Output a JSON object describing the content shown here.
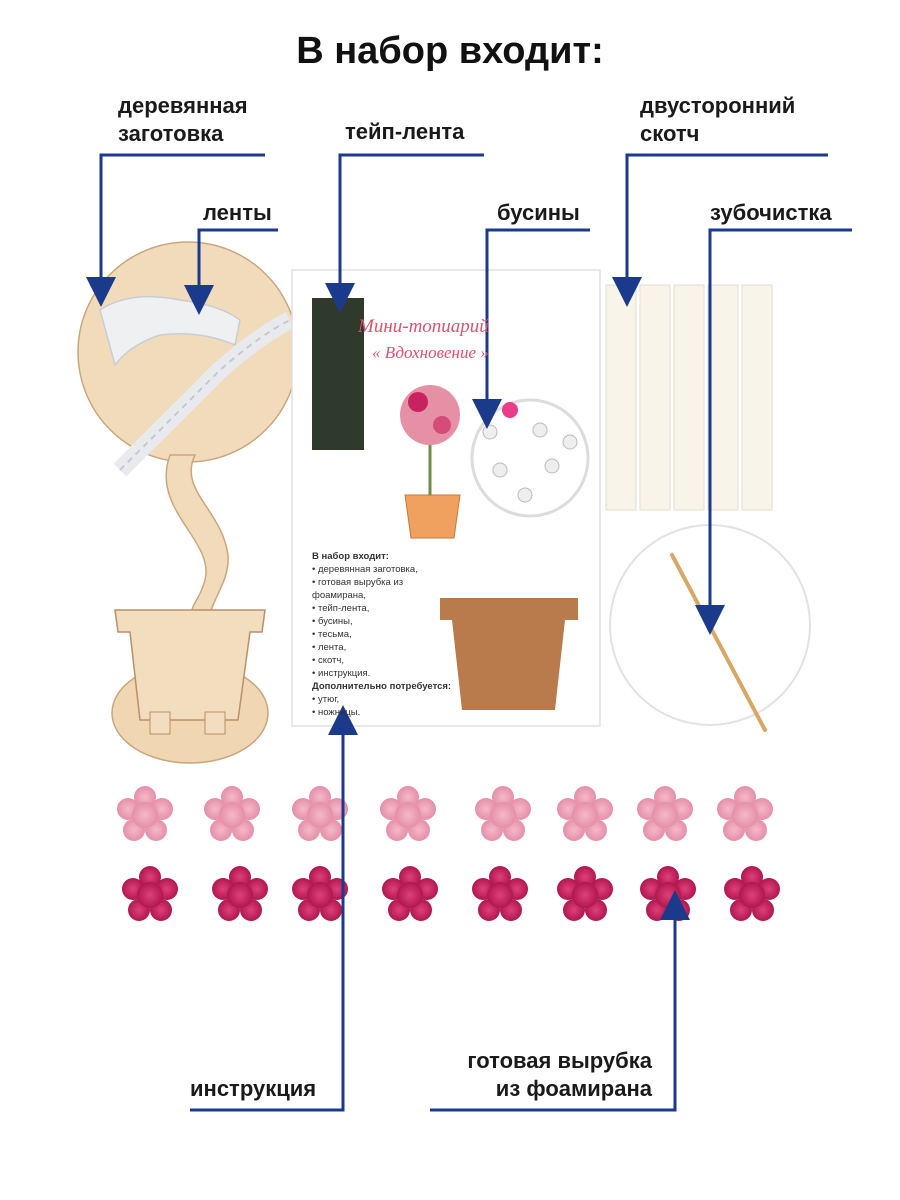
{
  "title": "В набор входит:",
  "labels": {
    "wood_blank": [
      "деревянная",
      "заготовка"
    ],
    "tape": "тейп-лента",
    "double_tape": [
      "двусторонний",
      "скотч"
    ],
    "ribbons": "ленты",
    "beads": "бусины",
    "toothpick": "зубочистка",
    "instruction": "инструкция",
    "foamiran": [
      "готовая вырубка",
      "из фоамирана"
    ]
  },
  "card": {
    "title_line1": "Мини-топиарий",
    "title_line2": "« Вдохновение »",
    "list_heading": "В набор входит:",
    "items": [
      "деревянная заготовка,",
      "готовая вырубка из фоамирана,",
      "тейп-лента,",
      "бусины,",
      "тесьма,",
      "лента,",
      "скотч,",
      "инструкция."
    ],
    "extra_heading": "Дополнительно потребуется:",
    "extra_items": [
      "утюг,",
      "ножницы."
    ]
  },
  "colors": {
    "arrow": "#1b3a8c",
    "wood": "#f1d9b8",
    "foam_light": "#e9a3b8",
    "foam_dark": "#c8235e",
    "card_accent": "#d9536f",
    "kraft": "#b97a4c"
  }
}
